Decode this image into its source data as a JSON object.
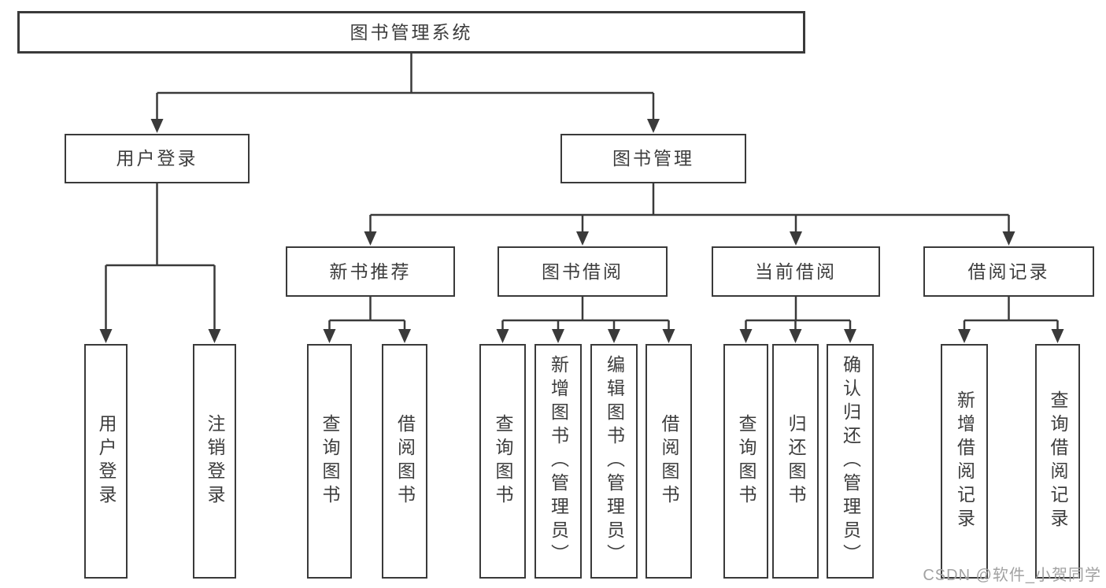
{
  "nodes": {
    "root": "图书管理系统",
    "userLogin": "用户登录",
    "bookManagement": "图书管理",
    "loginUser": "用户登录",
    "logoutUser": "注销登录",
    "newBookRecommend": "新书推荐",
    "bookBorrow": "图书借阅",
    "currentBorrow": "当前借阅",
    "borrowRecord": "借阅记录",
    "nbQueryBook": "查询图书",
    "nbBorrowBook": "借阅图书",
    "bbQueryBook": "查询图书",
    "bbAddBook": "新增图书（管理员）",
    "bbEditBook": "编辑图书（管理员）",
    "bbBorrowBook": "借阅图书",
    "cbQueryBook": "查询图书",
    "cbReturnBook": "归还图书",
    "cbConfirmReturn": "确认归还（管理员）",
    "brAddRecord": "新增借阅记录",
    "brQueryRecord": "查询借阅记录"
  },
  "watermark": "CSDN @软件_小贺同学",
  "colors": {
    "line": "#3a3a3a",
    "text": "#3d3d3d",
    "watermark": "#a2a2a2",
    "background": "#ffffff"
  }
}
